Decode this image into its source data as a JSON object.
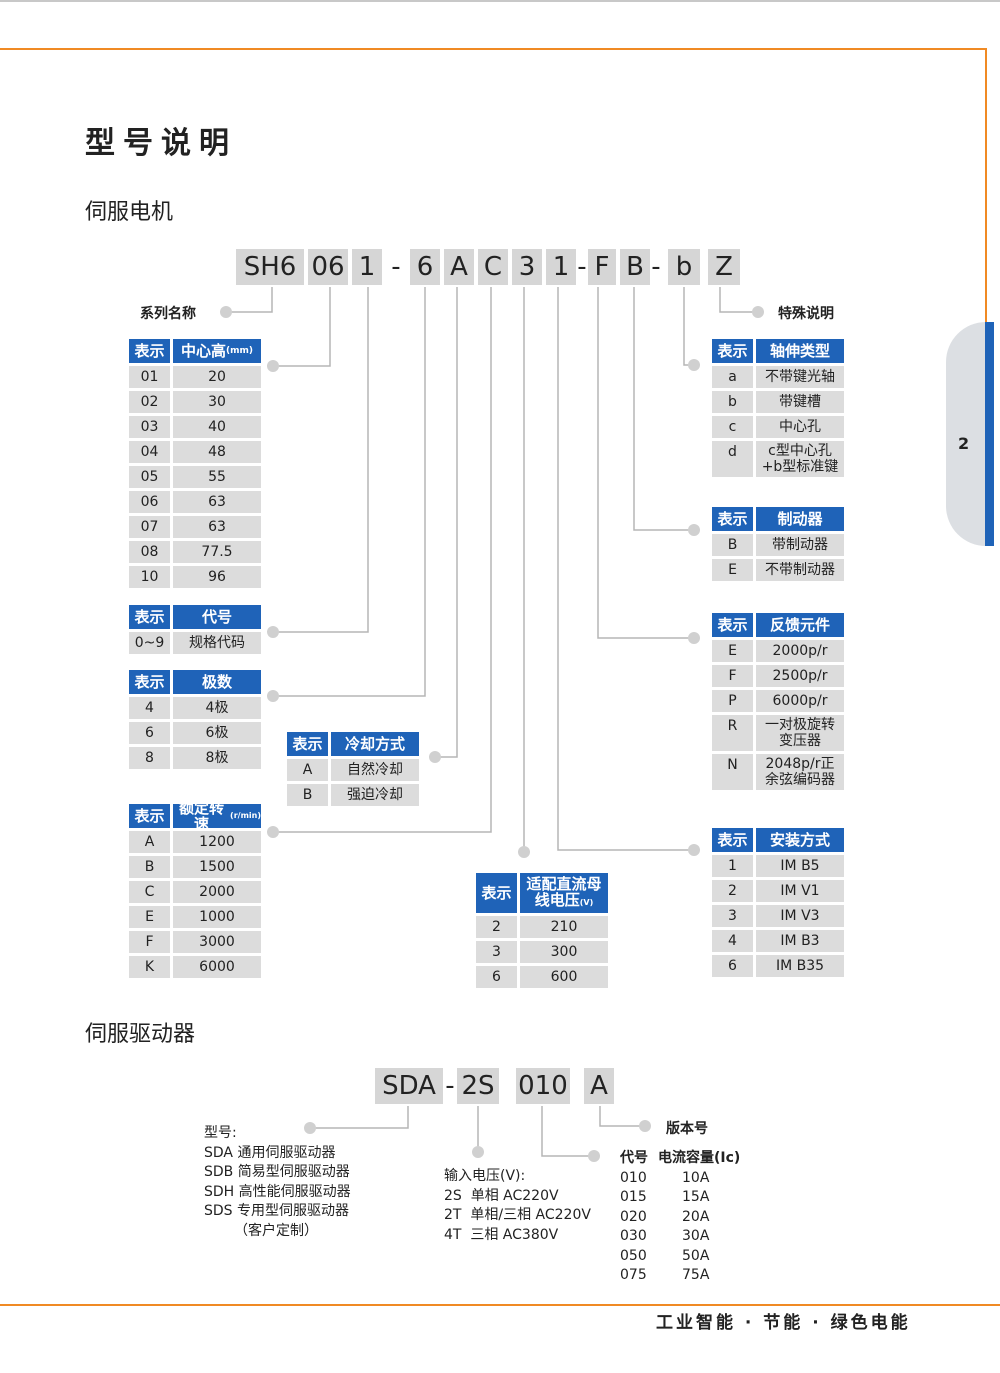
{
  "title": "型号说明",
  "sections": {
    "motor": "伺服电机",
    "driver": "伺服驱动器"
  },
  "motor_code": {
    "segments": [
      "SH6",
      "06",
      "1",
      "-",
      "6",
      "A",
      "C",
      "3",
      "1",
      "-",
      "F",
      "B",
      "-",
      "b",
      "Z"
    ],
    "series_label": "系列名称",
    "special_label": "特殊说明"
  },
  "tables": {
    "center_height": {
      "headers": [
        "表示",
        "中心高",
        "(mm)"
      ],
      "rows": [
        [
          "01",
          "20"
        ],
        [
          "02",
          "30"
        ],
        [
          "03",
          "40"
        ],
        [
          "04",
          "48"
        ],
        [
          "05",
          "55"
        ],
        [
          "06",
          "63"
        ],
        [
          "07",
          "63"
        ],
        [
          "08",
          "77.5"
        ],
        [
          "10",
          "96"
        ]
      ]
    },
    "code": {
      "headers": [
        "表示",
        "代号"
      ],
      "rows": [
        [
          "0~9",
          "规格代码"
        ]
      ]
    },
    "poles": {
      "headers": [
        "表示",
        "极数"
      ],
      "rows": [
        [
          "4",
          "4极"
        ],
        [
          "6",
          "6极"
        ],
        [
          "8",
          "8极"
        ]
      ]
    },
    "cooling": {
      "headers": [
        "表示",
        "冷却方式"
      ],
      "rows": [
        [
          "A",
          "自然冷却"
        ],
        [
          "B",
          "强迫冷却"
        ]
      ]
    },
    "speed": {
      "headers": [
        "表示",
        "额定转速",
        "(r/min)"
      ],
      "rows": [
        [
          "A",
          "1200"
        ],
        [
          "B",
          "1500"
        ],
        [
          "C",
          "2000"
        ],
        [
          "E",
          "1000"
        ],
        [
          "F",
          "3000"
        ],
        [
          "K",
          "6000"
        ]
      ]
    },
    "bus_voltage": {
      "headers": [
        "表示",
        "适配直流母",
        "线电压",
        "(V)"
      ],
      "rows": [
        [
          "2",
          "210"
        ],
        [
          "3",
          "300"
        ],
        [
          "6",
          "600"
        ]
      ]
    },
    "shaft": {
      "headers": [
        "表示",
        "轴伸类型"
      ],
      "rows": [
        [
          "a",
          "不带键光轴"
        ],
        [
          "b",
          "带键槽"
        ],
        [
          "c",
          "中心孔"
        ],
        [
          "d",
          "c型中心孔\n+b型标准键"
        ]
      ]
    },
    "brake": {
      "headers": [
        "表示",
        "制动器"
      ],
      "rows": [
        [
          "B",
          "带制动器"
        ],
        [
          "E",
          "不带制动器"
        ]
      ]
    },
    "feedback": {
      "headers": [
        "表示",
        "反馈元件"
      ],
      "rows": [
        [
          "E",
          "2000p/r"
        ],
        [
          "F",
          "2500p/r"
        ],
        [
          "P",
          "6000p/r"
        ],
        [
          "R",
          "一对极旋转\n变压器"
        ],
        [
          "N",
          "2048p/r正\n余弦编码器"
        ]
      ]
    },
    "mount": {
      "headers": [
        "表示",
        "安装方式"
      ],
      "rows": [
        [
          "1",
          "IM B5"
        ],
        [
          "2",
          "IM V1"
        ],
        [
          "3",
          "IM V3"
        ],
        [
          "4",
          "IM B3"
        ],
        [
          "6",
          "IM B35"
        ]
      ]
    }
  },
  "driver_code": {
    "segments": [
      "SDA",
      "-",
      "2S",
      "010",
      "A"
    ],
    "model_label": "型号:",
    "models": [
      "SDA 通用伺服驱动器",
      "SDB 简易型伺服驱动器",
      "SDH 高性能伺服驱动器",
      "SDS 专用型伺服驱动器",
      "（客户定制）"
    ],
    "voltage_label": "输入电压(V):",
    "voltages": [
      "2S  单相 AC220V",
      "2T  单相/三相 AC220V",
      "4T  三相 AC380V"
    ],
    "version_label": "版本号",
    "current_headers": [
      "代号",
      "电流容量(Ic)"
    ],
    "currents": [
      [
        "010",
        "10A"
      ],
      [
        "015",
        "15A"
      ],
      [
        "020",
        "20A"
      ],
      [
        "030",
        "30A"
      ],
      [
        "050",
        "50A"
      ],
      [
        "075",
        "75A"
      ]
    ]
  },
  "page_number": "2",
  "footer": "工业智能 · 节能 · 绿色电能"
}
